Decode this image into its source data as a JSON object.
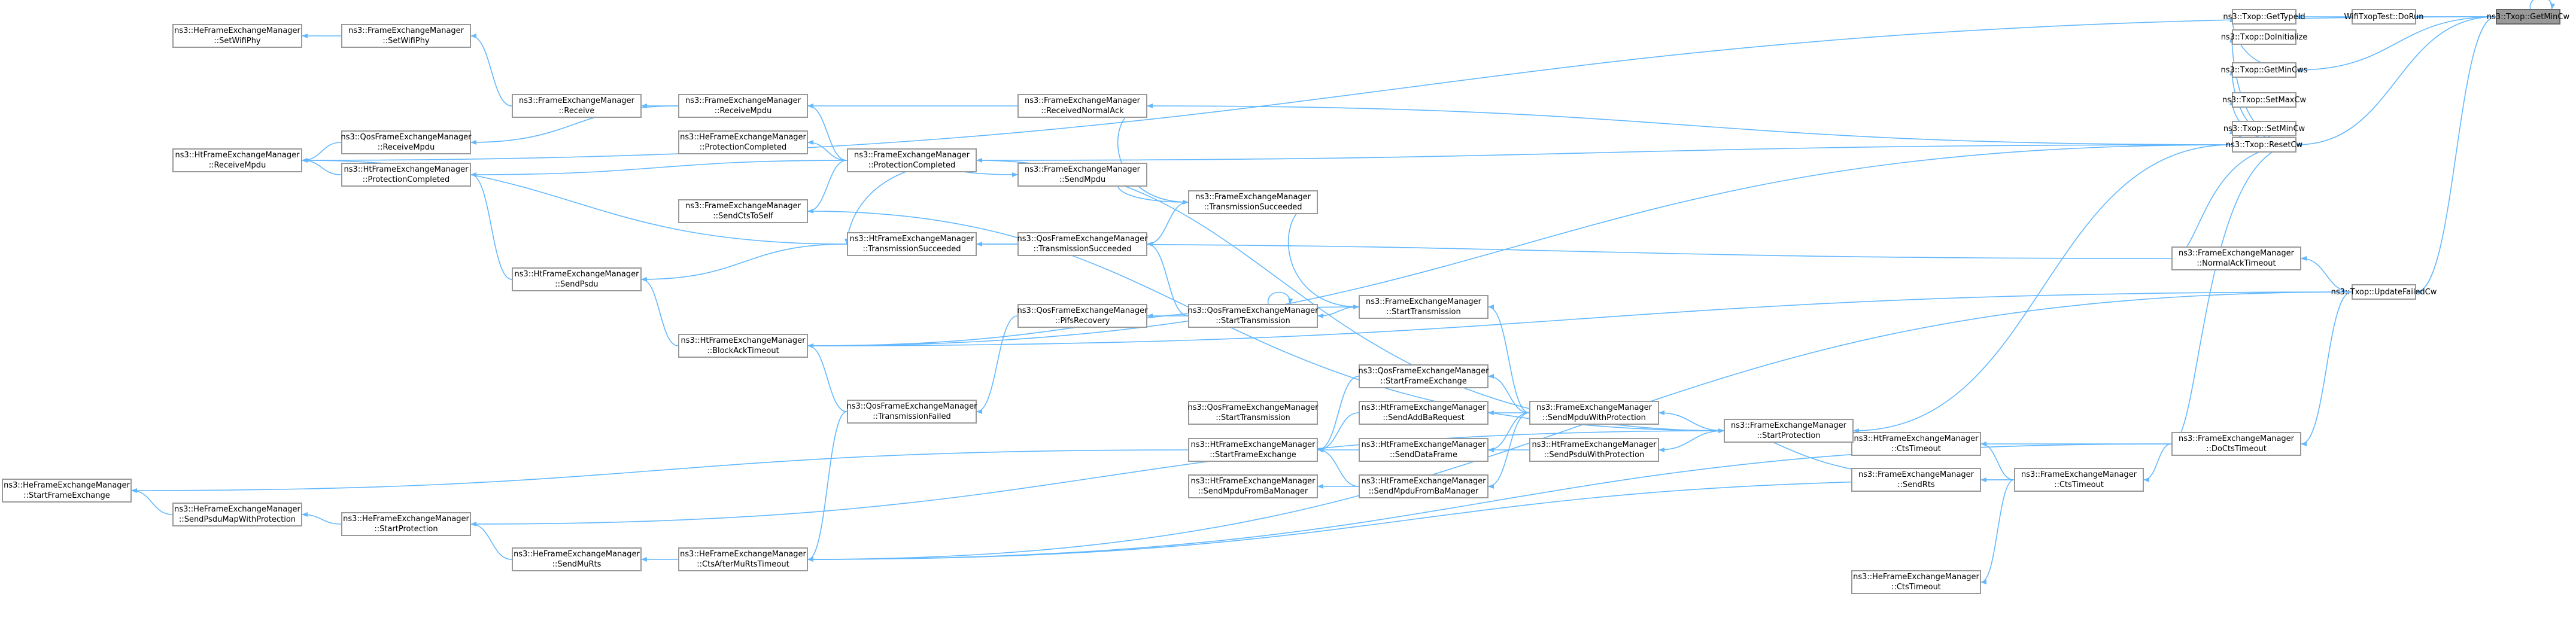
{
  "colors": {
    "edge": "#63b8ff",
    "node_border": "#999999",
    "root_fill": "#999999",
    "root_border": "#666666",
    "background": "#ffffff"
  },
  "nodes": [
    {
      "id": "getmincw",
      "lines": [
        "ns3::Txop::GetMinCw"
      ],
      "root": true
    },
    {
      "id": "gettypeid",
      "lines": [
        "ns3::Txop::GetTypeId"
      ]
    },
    {
      "id": "wifitxoptest",
      "lines": [
        "WifiTxopTest::DoRun"
      ]
    },
    {
      "id": "doinitialize",
      "lines": [
        "ns3::Txop::DoInitialize"
      ]
    },
    {
      "id": "getmincws",
      "lines": [
        "ns3::Txop::GetMinCws"
      ]
    },
    {
      "id": "setmaxcw",
      "lines": [
        "ns3::Txop::SetMaxCw"
      ]
    },
    {
      "id": "setmincw",
      "lines": [
        "ns3::Txop::SetMinCw"
      ]
    },
    {
      "id": "resetcw",
      "lines": [
        "ns3::Txop::ResetCw"
      ]
    },
    {
      "id": "fem_normalacktimeout",
      "lines": [
        "ns3::FrameExchangeManager",
        "::NormalAckTimeout"
      ]
    },
    {
      "id": "updatefailedcw",
      "lines": [
        "ns3::Txop::UpdateFailedCw"
      ]
    },
    {
      "id": "ht_ctstimeout",
      "lines": [
        "ns3::HtFrameExchangeManager",
        "::CtsTimeout"
      ]
    },
    {
      "id": "fem_doctstimeout",
      "lines": [
        "ns3::FrameExchangeManager",
        "::DoCtsTimeout"
      ]
    },
    {
      "id": "fem_sendrts",
      "lines": [
        "ns3::FrameExchangeManager",
        "::SendRts"
      ]
    },
    {
      "id": "fem_ctstimeout",
      "lines": [
        "ns3::FrameExchangeManager",
        "::CtsTimeout"
      ]
    },
    {
      "id": "he_ctstimeout",
      "lines": [
        "ns3::HeFrameExchangeManager",
        "::CtsTimeout"
      ]
    },
    {
      "id": "fem_startprotection",
      "lines": [
        "ns3::FrameExchangeManager",
        "::StartProtection"
      ]
    },
    {
      "id": "fem_sendmpduwithprotection",
      "lines": [
        "ns3::FrameExchangeManager",
        "::SendMpduWithProtection"
      ]
    },
    {
      "id": "ht_sendpsduwithprotection",
      "lines": [
        "ns3::HtFrameExchangeManager",
        "::SendPsduWithProtection"
      ]
    },
    {
      "id": "qos_startframeexchange",
      "lines": [
        "ns3::QosFrameExchangeManager",
        "::StartFrameExchange"
      ]
    },
    {
      "id": "ht_sendaddbarequest",
      "lines": [
        "ns3::HtFrameExchangeManager",
        "::SendAddBaRequest"
      ]
    },
    {
      "id": "ht_senddataframe",
      "lines": [
        "ns3::HtFrameExchangeManager",
        "::SendDataFrame"
      ]
    },
    {
      "id": "ht_sendmpdufrombamanager",
      "lines": [
        "ns3::HtFrameExchangeManager",
        "::SendMpduFromBaManager"
      ]
    },
    {
      "id": "qos_starttransmission_a",
      "lines": [
        "ns3::QosFrameExchangeManager",
        "::StartTransmission"
      ]
    },
    {
      "id": "ht_startframeexchange",
      "lines": [
        "ns3::HtFrameExchangeManager",
        "::StartFrameExchange"
      ]
    },
    {
      "id": "ht_sendmpdufrombamanager2",
      "lines": [
        "ns3::HtFrameExchangeManager",
        "::SendMpduFromBaManager"
      ]
    },
    {
      "id": "fem_starttransmission",
      "lines": [
        "ns3::FrameExchangeManager",
        "::StartTransmission"
      ]
    },
    {
      "id": "qos_starttransmission",
      "lines": [
        "ns3::QosFrameExchangeManager",
        "::StartTransmission"
      ]
    },
    {
      "id": "qos_pifsrecovery",
      "lines": [
        "ns3::QosFrameExchangeManager",
        "::PifsRecovery"
      ]
    },
    {
      "id": "fem_transmissionsucceeded",
      "lines": [
        "ns3::FrameExchangeManager",
        "::TransmissionSucceeded"
      ]
    },
    {
      "id": "qos_transmissionsucceeded",
      "lines": [
        "ns3::QosFrameExchangeManager",
        "::TransmissionSucceeded"
      ]
    },
    {
      "id": "fem_receivednormalack",
      "lines": [
        "ns3::FrameExchangeManager",
        "::ReceivedNormalAck"
      ]
    },
    {
      "id": "fem_sendmpdu",
      "lines": [
        "ns3::FrameExchangeManager",
        "::SendMpdu"
      ]
    },
    {
      "id": "qos_transmissionfailed",
      "lines": [
        "ns3::QosFrameExchangeManager",
        "::TransmissionFailed"
      ]
    },
    {
      "id": "fem_receivempdu",
      "lines": [
        "ns3::FrameExchangeManager",
        "::ReceiveMpdu"
      ]
    },
    {
      "id": "he_protectioncompleted",
      "lines": [
        "ns3::HeFrameExchangeManager",
        "::ProtectionCompleted"
      ]
    },
    {
      "id": "fem_protectioncompleted",
      "lines": [
        "ns3::FrameExchangeManager",
        "::ProtectionCompleted"
      ]
    },
    {
      "id": "fem_sendctstoself",
      "lines": [
        "ns3::FrameExchangeManager",
        "::SendCtsToSelf"
      ]
    },
    {
      "id": "ht_transmissionsucceeded",
      "lines": [
        "ns3::HtFrameExchangeManager",
        "::TransmissionSucceeded"
      ]
    },
    {
      "id": "ht_blockacktimeout",
      "lines": [
        "ns3::HtFrameExchangeManager",
        "::BlockAckTimeout"
      ]
    },
    {
      "id": "he_ctsaftermutimeout",
      "lines": [
        "ns3::HeFrameExchangeManager",
        "::CtsAfterMuRtsTimeout"
      ]
    },
    {
      "id": "fem_receive",
      "lines": [
        "ns3::FrameExchangeManager",
        "::Receive"
      ]
    },
    {
      "id": "fem_setwifiphy",
      "lines": [
        "ns3::FrameExchangeManager",
        "::SetWifiPhy"
      ]
    },
    {
      "id": "qos_receivempdu",
      "lines": [
        "ns3::QosFrameExchangeManager",
        "::ReceiveMpdu"
      ]
    },
    {
      "id": "ht_protectioncompleted",
      "lines": [
        "ns3::HtFrameExchangeManager",
        "::ProtectionCompleted"
      ]
    },
    {
      "id": "ht_sendpsdu",
      "lines": [
        "ns3::HtFrameExchangeManager",
        "::SendPsdu"
      ]
    },
    {
      "id": "he_startprotection",
      "lines": [
        "ns3::HeFrameExchangeManager",
        "::StartProtection"
      ]
    },
    {
      "id": "he_sendmurts",
      "lines": [
        "ns3::HeFrameExchangeManager",
        "::SendMuRts"
      ]
    },
    {
      "id": "he_setwifiphy",
      "lines": [
        "ns3::HeFrameExchangeManager",
        "::SetWifiPhy"
      ]
    },
    {
      "id": "ht_receivempdu",
      "lines": [
        "ns3::HtFrameExchangeManager",
        "::ReceiveMpdu"
      ]
    },
    {
      "id": "he_startframeexchange",
      "lines": [
        "ns3::HeFrameExchangeManager",
        "::StartFrameExchange"
      ]
    },
    {
      "id": "he_sendpsdumapwithprotection",
      "lines": [
        "ns3::HeFrameExchangeManager",
        "::SendPsduMapWithProtection"
      ]
    }
  ],
  "edges": [
    [
      "getmincw",
      "getmincw"
    ],
    [
      "gettypeid",
      "getmincw"
    ],
    [
      "wifitxoptest",
      "getmincw"
    ],
    [
      "getmincws",
      "getmincw"
    ],
    [
      "resetcw",
      "getmincw"
    ],
    [
      "updatefailedcw",
      "getmincw"
    ],
    [
      "ht_receivempdu",
      "getmincw"
    ],
    [
      "gettypeid",
      "getmincws"
    ],
    [
      "doinitialize",
      "resetcw"
    ],
    [
      "getmincws",
      "resetcw"
    ],
    [
      "setmaxcw",
      "resetcw"
    ],
    [
      "setmincw",
      "resetcw"
    ],
    [
      "fem_normalacktimeout",
      "resetcw"
    ],
    [
      "fem_doctstimeout",
      "resetcw"
    ],
    [
      "fem_startprotection",
      "resetcw"
    ],
    [
      "fem_receivednormalack",
      "resetcw"
    ],
    [
      "fem_protectioncompleted",
      "resetcw"
    ],
    [
      "ht_blockacktimeout",
      "resetcw"
    ],
    [
      "fem_normalacktimeout",
      "updatefailedcw"
    ],
    [
      "fem_doctstimeout",
      "updatefailedcw"
    ],
    [
      "ht_blockacktimeout",
      "updatefailedcw"
    ],
    [
      "he_ctsaftermutimeout",
      "updatefailedcw"
    ],
    [
      "ht_transmissionsucceeded",
      "fem_normalacktimeout"
    ],
    [
      "ht_ctstimeout",
      "fem_doctstimeout"
    ],
    [
      "fem_ctstimeout",
      "fem_doctstimeout"
    ],
    [
      "he_ctsaftermutimeout",
      "fem_doctstimeout"
    ],
    [
      "fem_sendrts",
      "fem_ctstimeout"
    ],
    [
      "he_ctstimeout",
      "fem_ctstimeout"
    ],
    [
      "ht_ctstimeout",
      "fem_ctstimeout"
    ],
    [
      "he_ctsaftermutimeout",
      "fem_ctstimeout"
    ],
    [
      "fem_startprotection",
      "fem_sendrts"
    ],
    [
      "fem_sendmpduwithprotection",
      "fem_startprotection"
    ],
    [
      "ht_sendpsduwithprotection",
      "fem_startprotection"
    ],
    [
      "he_startprotection",
      "fem_startprotection"
    ],
    [
      "qos_startframeexchange",
      "fem_sendmpduwithprotection"
    ],
    [
      "ht_sendaddbarequest",
      "fem_sendmpduwithprotection"
    ],
    [
      "ht_senddataframe",
      "fem_sendmpduwithprotection"
    ],
    [
      "ht_sendmpdufrombamanager",
      "fem_sendmpduwithprotection"
    ],
    [
      "fem_starttransmission",
      "fem_sendmpduwithprotection"
    ],
    [
      "ht_senddataframe",
      "ht_sendpsduwithprotection"
    ],
    [
      "ht_startframeexchange",
      "qos_startframeexchange"
    ],
    [
      "ht_startframeexchange",
      "ht_sendaddbarequest"
    ],
    [
      "ht_startframeexchange",
      "ht_senddataframe"
    ],
    [
      "ht_startframeexchange",
      "ht_sendmpdufrombamanager"
    ],
    [
      "ht_sendmpdufrombamanager2",
      "ht_sendmpdufrombamanager"
    ],
    [
      "qos_starttransmission",
      "fem_starttransmission"
    ],
    [
      "ht_blockacktimeout",
      "fem_starttransmission"
    ],
    [
      "he_startframeexchange",
      "ht_startframeexchange"
    ],
    [
      "qos_starttransmission",
      "qos_starttransmission"
    ],
    [
      "qos_pifsrecovery",
      "qos_starttransmission"
    ],
    [
      "fem_starttransmission",
      "fem_transmissionsucceeded"
    ],
    [
      "qos_transmissionsucceeded",
      "fem_transmissionsucceeded"
    ],
    [
      "fem_transmissionsucceeded",
      "fem_receivednormalack"
    ],
    [
      "fem_transmissionsucceeded",
      "fem_sendmpdu"
    ],
    [
      "fem_receivempdu",
      "fem_receivednormalack"
    ],
    [
      "ht_transmissionsucceeded",
      "qos_transmissionsucceeded"
    ],
    [
      "qos_transmissionsucceeded",
      "qos_starttransmission"
    ],
    [
      "qos_transmissionfailed",
      "qos_pifsrecovery"
    ],
    [
      "ht_blockacktimeout",
      "qos_transmissionfailed"
    ],
    [
      "he_ctsaftermutimeout",
      "qos_transmissionfailed"
    ],
    [
      "fem_sendmpdu",
      "fem_protectioncompleted"
    ],
    [
      "fem_receivempdu",
      "fem_protectioncompleted"
    ],
    [
      "he_protectioncompleted",
      "fem_protectioncompleted"
    ],
    [
      "ht_protectioncompleted",
      "fem_protectioncompleted"
    ],
    [
      "fem_sendctstoself",
      "fem_protectioncompleted"
    ],
    [
      "ht_transmissionsucceeded",
      "fem_protectioncompleted"
    ],
    [
      "fem_startprotection",
      "fem_protectioncompleted"
    ],
    [
      "fem_startprotection",
      "fem_sendctstoself"
    ],
    [
      "fem_receive",
      "fem_receivempdu"
    ],
    [
      "qos_receivempdu",
      "fem_receivempdu"
    ],
    [
      "fem_setwifiphy",
      "fem_receive"
    ],
    [
      "he_setwifiphy",
      "fem_setwifiphy"
    ],
    [
      "ht_receivempdu",
      "qos_receivempdu"
    ],
    [
      "ht_receivempdu",
      "ht_protectioncompleted"
    ],
    [
      "ht_receivempdu",
      "ht_transmissionsucceeded"
    ],
    [
      "ht_protectioncompleted",
      "ht_sendpsdu"
    ],
    [
      "ht_sendpsdu",
      "ht_transmissionsucceeded"
    ],
    [
      "ht_sendpsdu",
      "ht_blockacktimeout"
    ],
    [
      "he_sendmurts",
      "he_ctsaftermutimeout"
    ],
    [
      "he_startprotection",
      "he_sendmurts"
    ],
    [
      "he_sendpsdumapwithprotection",
      "he_startprotection"
    ],
    [
      "he_startframeexchange",
      "he_sendpsdumapwithprotection"
    ]
  ]
}
